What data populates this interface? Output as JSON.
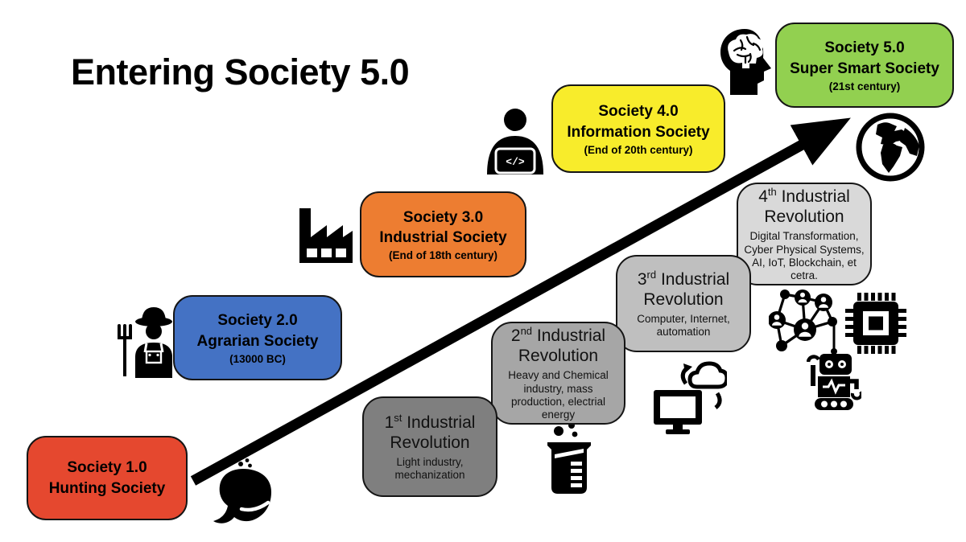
{
  "title": "Entering Society 5.0",
  "arrow": {
    "color": "#000000",
    "meaning": "progress-from-society-1-to-society-5"
  },
  "societies": [
    {
      "name": "Society 1.0",
      "label": "Hunting Society",
      "era": "",
      "color": "#E5482F",
      "icons": [
        "whale-icon"
      ]
    },
    {
      "name": "Society 2.0",
      "label": "Agrarian Society",
      "era": "(13000 BC)",
      "color": "#4472C4",
      "icons": [
        "farmer-icon"
      ]
    },
    {
      "name": "Society 3.0",
      "label": "Industrial Society",
      "era": "(End of 18th century)",
      "color": "#ED7D31",
      "icons": [
        "factory-icon"
      ]
    },
    {
      "name": "Society 4.0",
      "label": "Information Society",
      "era": "(End of 20th century)",
      "color": "#F8EC2B",
      "icons": [
        "coder-icon"
      ]
    },
    {
      "name": "Society 5.0",
      "label": "Super Smart Society",
      "era": "(21st century)",
      "color": "#92D050",
      "icons": [
        "brain-head-icon",
        "globe-icon"
      ]
    }
  ],
  "revolutions": [
    {
      "ordinal": "1",
      "suffix": "st",
      "title": "Industrial Revolution",
      "description": "Light industry, mechanization",
      "color": "#7F7F7F",
      "icons": []
    },
    {
      "ordinal": "2",
      "suffix": "nd",
      "title": "Industrial Revolution",
      "description": "Heavy and Chemical industry, mass production, electrial energy",
      "color": "#A6A6A6",
      "icons": [
        "beaker-icon"
      ]
    },
    {
      "ordinal": "3",
      "suffix": "rd",
      "title": "Industrial Revolution",
      "description": "Computer, Internet, automation",
      "color": "#BFBFBF",
      "icons": [
        "cloud-computing-icon"
      ]
    },
    {
      "ordinal": "4",
      "suffix": "th",
      "title": "Industrial Revolution",
      "description": "Digital Transformation, Cyber Physical Systems, AI, IoT, Blockchain, et cetra.",
      "color": "#D9D9D9",
      "icons": [
        "social-network-icon",
        "cpu-chip-icon",
        "robot-icon"
      ]
    }
  ],
  "icon_labels": {
    "code_glyph": "</>"
  }
}
